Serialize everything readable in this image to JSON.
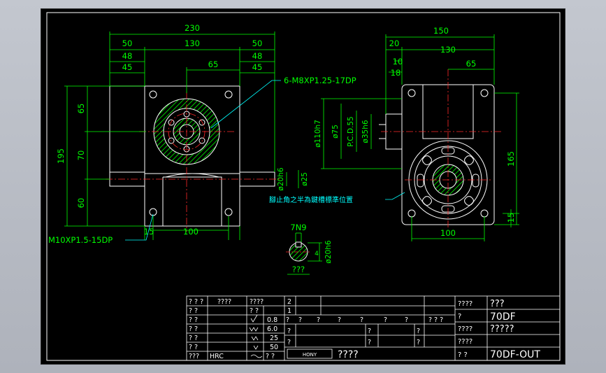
{
  "colors": {
    "background": "#000000",
    "frame": "#ffffff",
    "dimension": "#00ff00",
    "outline": "#ffffff",
    "centerline": "#ff2a2a",
    "leader": "#00ffff",
    "hatch": "#00ff00",
    "label": "#ffffff"
  },
  "front_view": {
    "dims": {
      "d230": "230",
      "d50_left": "50",
      "d130": "130",
      "d50_right": "50",
      "d48_left": "48",
      "d48_right": "48",
      "d45_left": "45",
      "d45_right": "45",
      "d65": "65",
      "d195": "195",
      "d65_v": "65",
      "d70": "70",
      "d60": "60",
      "d15": "15",
      "d100": "100",
      "d20h6": "ø20h6",
      "d25": "ø25"
    },
    "callouts": {
      "tapped_holes": "6-M8XP1.25-17DP",
      "base_holes": "M10XP1.5-15DP"
    }
  },
  "side_view": {
    "dims": {
      "d150": "150",
      "d20": "20",
      "d130": "130",
      "d10": "10",
      "d18": "18",
      "d65": "65",
      "d110h7": "ø110h7",
      "d75": "ø75",
      "pcd55": "P.C.D.55",
      "d35h6": "ø35h6",
      "d165": "165",
      "d100": "100",
      "d15": "15"
    },
    "callouts": {
      "keyway_note": "腳止角之半為鍵槽標準位置"
    }
  },
  "key_detail": {
    "width": "7N9",
    "shaft": "ø20h6",
    "depth": "4",
    "label": "???"
  },
  "title_block": {
    "left": {
      "rows": [
        [
          "? ? ?",
          "????",
          "????"
        ],
        [
          "? ?",
          "? ?",
          ""
        ],
        [
          "? ?",
          "",
          "0.8"
        ],
        [
          "? ?",
          "",
          "6.0"
        ],
        [
          "? ?",
          "",
          "25"
        ],
        [
          "? ?",
          "",
          "50"
        ],
        [
          "???",
          "HRC",
          "? ?"
        ]
      ]
    },
    "middle": {
      "rev_top": "2",
      "rev_bottom": "1",
      "header_marks": [
        "?",
        "?",
        "?",
        "?",
        "?",
        "?",
        "?",
        "? ? ?"
      ],
      "sign_marks": [
        "?",
        "?",
        "?",
        "?",
        "?",
        "?"
      ],
      "company": "HONY",
      "drawing_name": "????"
    },
    "right": {
      "rows": [
        {
          "label": "????",
          "value": "???"
        },
        {
          "label": "?",
          "value": "70DF"
        },
        {
          "label": "????",
          "value": "?????"
        },
        {
          "label": "????",
          "value": ""
        },
        {
          "label": "?   ?",
          "value": "70DF-OUT"
        }
      ]
    }
  }
}
